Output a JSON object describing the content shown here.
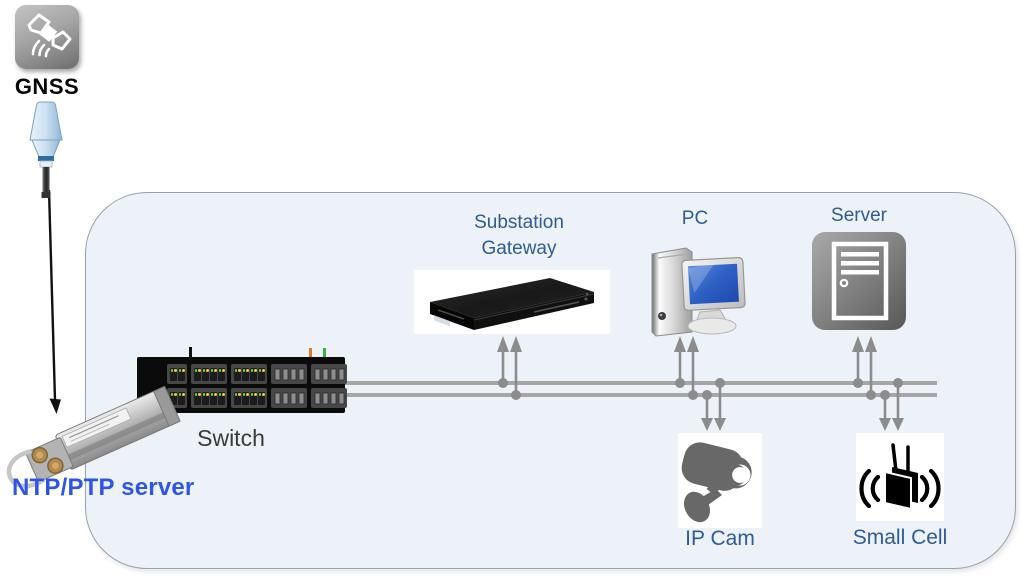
{
  "diagram": {
    "nodes": {
      "gnss": {
        "label": "GNSS",
        "icon": "satellite-icon"
      },
      "antenna": {
        "icon": "gnss-antenna"
      },
      "ntp_server": {
        "label": "NTP/PTP server",
        "icon": "sfp-transceiver-module"
      },
      "switch": {
        "label": "Switch",
        "icon": "ethernet-switch",
        "port_groups": [
          {
            "ports": 2,
            "leds": true
          },
          {
            "ports": 4,
            "leds": true
          },
          {
            "ports": 4,
            "leds": true
          },
          {
            "ports": 4,
            "leds": false
          },
          {
            "ports": 4,
            "leds": false
          }
        ]
      },
      "gateway": {
        "label": "Substation\nGateway",
        "icon": "rackmount-gateway"
      },
      "pc": {
        "label": "PC",
        "icon": "desktop-computer"
      },
      "server": {
        "label": "Server",
        "icon": "server-tower"
      },
      "ip_cam": {
        "label": "IP Cam",
        "icon": "cctv-camera"
      },
      "small_cell": {
        "label": "Small Cell",
        "icon": "small-cell-radio"
      }
    },
    "bus": {
      "lines": [
        "upper",
        "lower"
      ]
    },
    "connections": [
      {
        "device": "gateway",
        "direction": "up",
        "taps": [
          "upper",
          "lower"
        ]
      },
      {
        "device": "pc",
        "direction": "up",
        "taps": [
          "upper",
          "lower"
        ]
      },
      {
        "device": "ip_cam",
        "direction": "down",
        "taps": [
          "lower",
          "upper"
        ]
      },
      {
        "device": "server",
        "direction": "up",
        "taps": [
          "upper",
          "lower"
        ]
      },
      {
        "device": "small_cell",
        "direction": "down",
        "taps": [
          "lower",
          "upper"
        ]
      }
    ],
    "antenna_feed": {
      "from": "antenna",
      "to": "ntp_server"
    }
  },
  "colors": {
    "device_label": "#2e5c94",
    "ntp_label": "#2f55e8",
    "plain_label": "#3a3a3a",
    "bus_line": "#a6a6a6",
    "arrow": "#8c8c8c",
    "zone_fill": "#edf2f8",
    "zone_border": "#98a2ae"
  }
}
